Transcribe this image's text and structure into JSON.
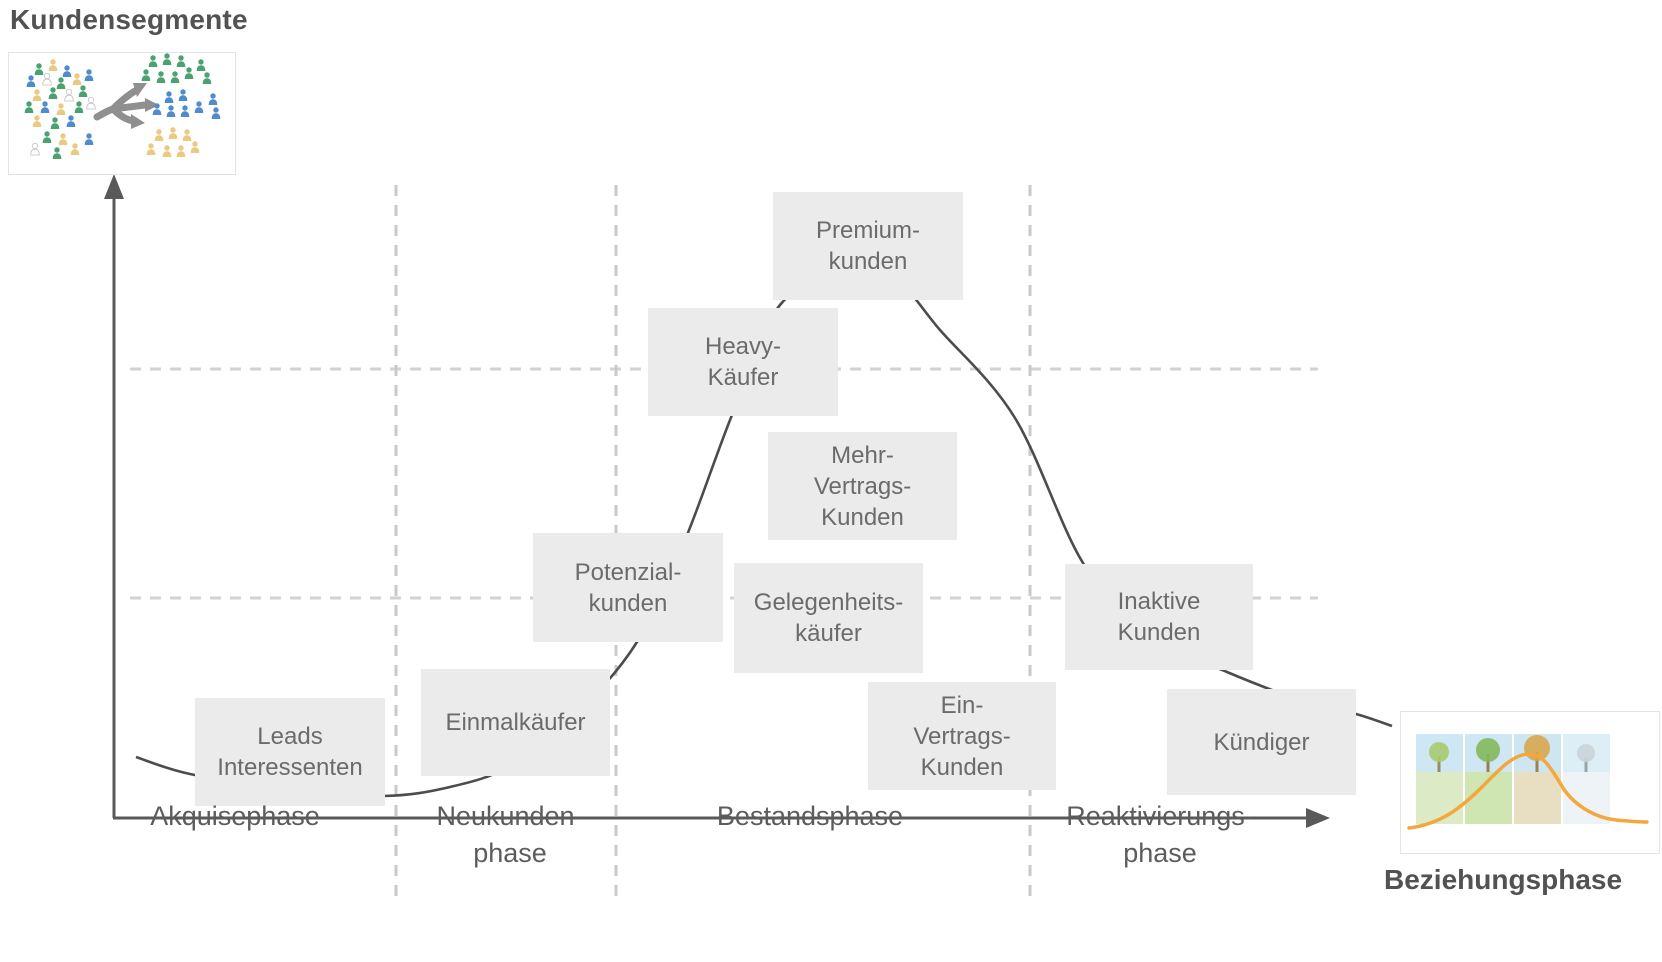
{
  "title": "Kundensegmente",
  "legend": {
    "relationship_label": "Beziehungsphase"
  },
  "segment_boxes": [
    {
      "id": "leads",
      "label": "Leads\nInteressenten"
    },
    {
      "id": "einmal",
      "label": "Einmalkäufer"
    },
    {
      "id": "potenzial",
      "label": "Potenzial-\nkunden"
    },
    {
      "id": "heavy",
      "label": "Heavy-\nKäufer"
    },
    {
      "id": "premium",
      "label": "Premium-\nkunden"
    },
    {
      "id": "mehrvertrag",
      "label": "Mehr-\nVertrags-\nKunden"
    },
    {
      "id": "gelegenheit",
      "label": "Gelegenheits-\nkäufer"
    },
    {
      "id": "einvertrag",
      "label": "Ein-\nVertrags-\nKunden"
    },
    {
      "id": "inaktive",
      "label": "Inaktive\nKunden"
    },
    {
      "id": "kuendiger",
      "label": "Kündiger"
    }
  ],
  "phase_labels": [
    {
      "label": "Akquisephase"
    },
    {
      "label": "Neukunden-\nphase"
    },
    {
      "label": "Bestandsphase"
    },
    {
      "label": "Reaktivierungs-\nphase"
    }
  ],
  "icons": {
    "segments_illustration": "scatter-people-split-arrow-to-clusters",
    "relationship_illustration": "four-seasons-panels-with-lifecycle-curve"
  },
  "colors": {
    "box_fill": "#ebebeb",
    "box_text": "#6b6b6b",
    "axis_color": "#595959",
    "curve_color": "#4c4c4c",
    "dash_color": "#d2d2d2",
    "vdash_color": "#c9c9c9",
    "title_color": "#525252",
    "phase_text": "#5c5c5c",
    "people_green": "#4aa271",
    "people_blue": "#4f8bcd",
    "people_tan": "#eac982",
    "season_curve": "#f3a73d"
  },
  "lifecycle_curve": {
    "points": [
      [
        136,
        757
      ],
      [
        190,
        774
      ],
      [
        290,
        790
      ],
      [
        383,
        796
      ],
      [
        450,
        787
      ],
      [
        510,
        766
      ],
      [
        575,
        715
      ],
      [
        637,
        642
      ],
      [
        685,
        540
      ],
      [
        732,
        415
      ],
      [
        780,
        305
      ],
      [
        848,
        272
      ],
      [
        900,
        285
      ],
      [
        940,
        330
      ],
      [
        1015,
        418
      ],
      [
        1083,
        563
      ],
      [
        1150,
        637
      ],
      [
        1227,
        672
      ],
      [
        1300,
        700
      ],
      [
        1356,
        714
      ],
      [
        1392,
        726
      ]
    ]
  }
}
